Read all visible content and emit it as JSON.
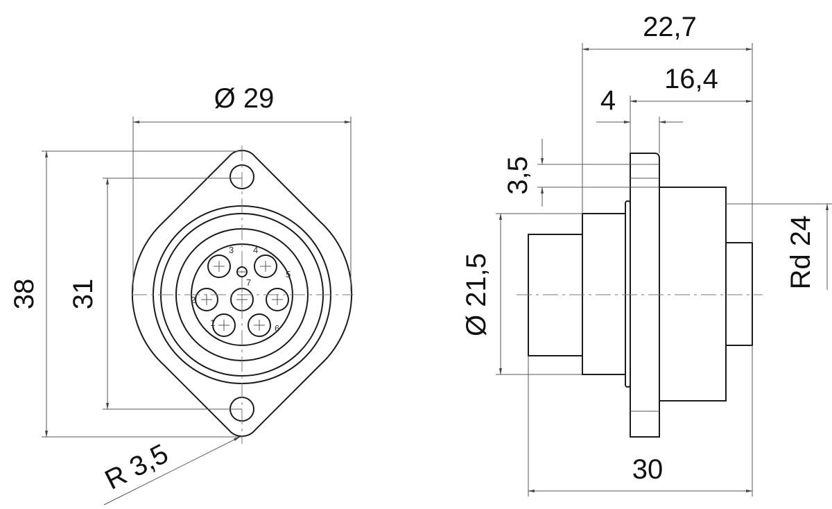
{
  "front_view": {
    "dim_diameter": "Ø 29",
    "dim_height_outer": "38",
    "dim_height_holes": "31",
    "dim_radius": "R 3,5",
    "pin_numbers": [
      "1",
      "2",
      "3",
      "4",
      "5",
      "6",
      "7"
    ]
  },
  "side_view": {
    "dim_total_length": "22,7",
    "dim_rear_length": "16,4",
    "dim_flange_width": "4",
    "dim_flange_step": "3,5",
    "dim_thread": "Rd 24",
    "dim_front_diameter": "Ø 21,5",
    "dim_overall": "30"
  }
}
